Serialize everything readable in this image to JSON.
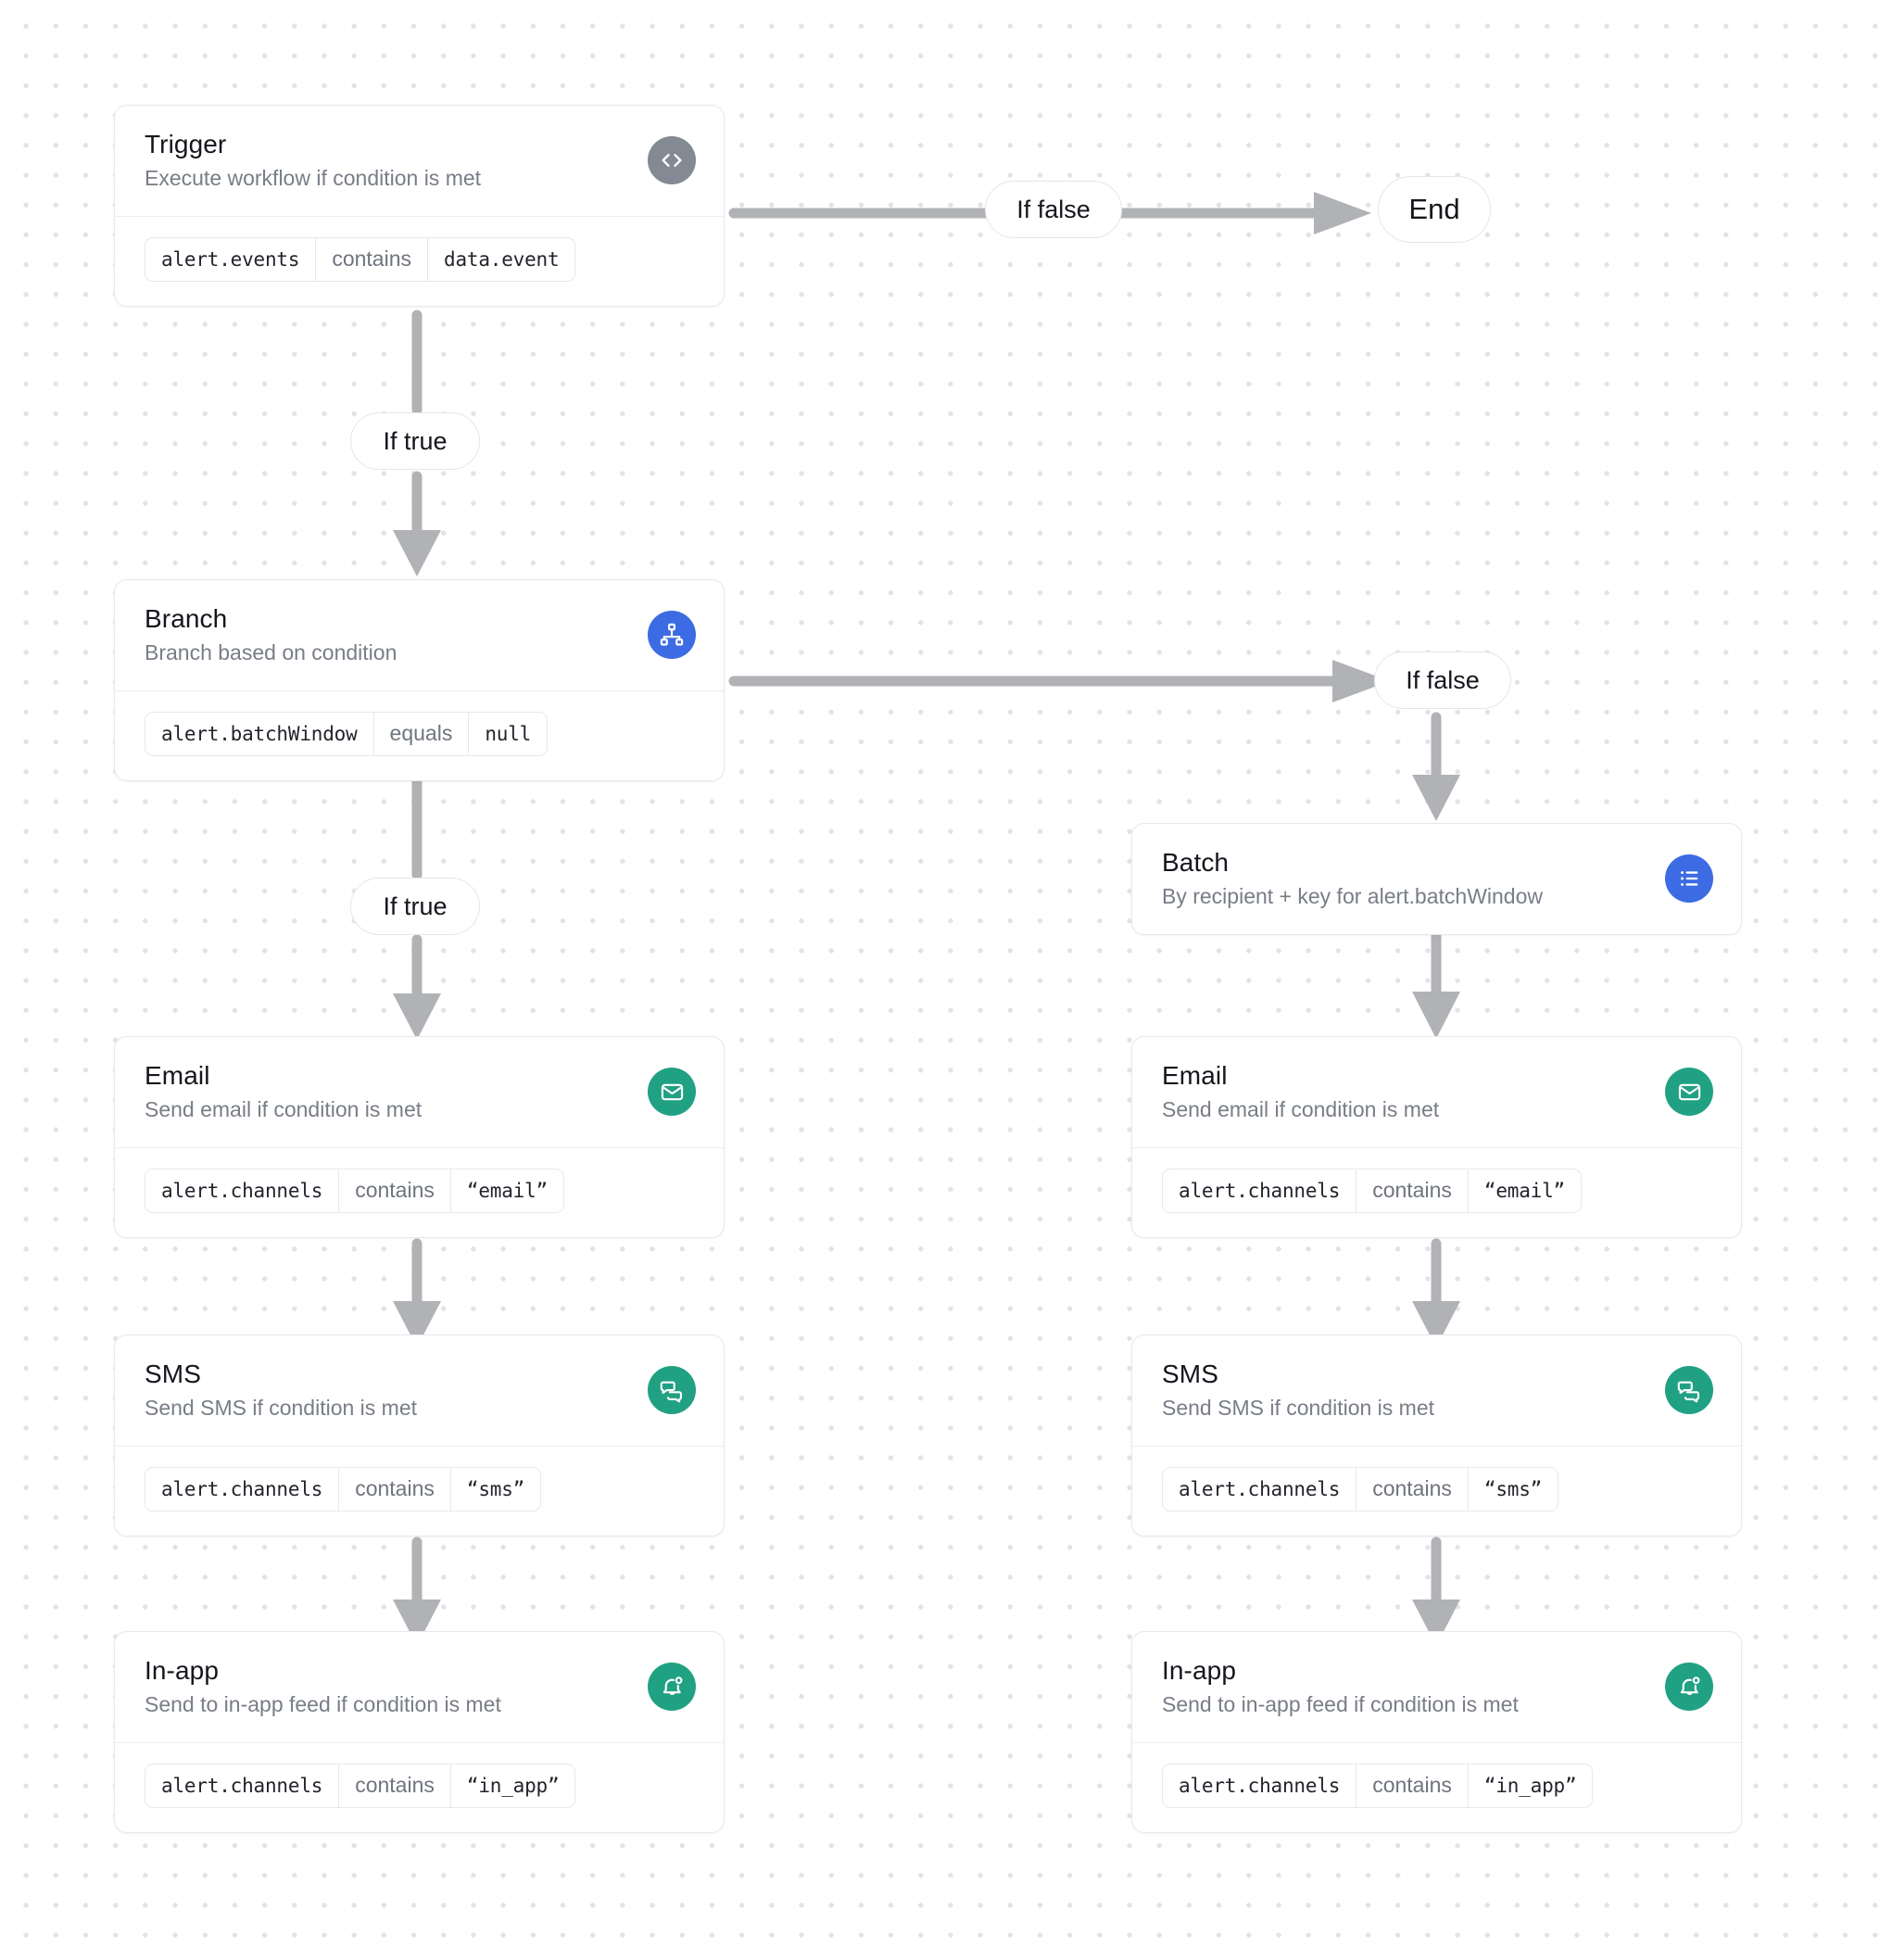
{
  "canvas": {
    "background_color": "#ffffff",
    "dot_color": "#e3e3e6"
  },
  "palette": {
    "trigger_icon_bg": "#848a93",
    "branch_icon_bg": "#3d6be3",
    "batch_icon_bg": "#3d6be3",
    "channel_icon_bg": "#21a183",
    "connector": "#b0b2b6",
    "card_border": "#e8e8ec",
    "title_text": "#15161c",
    "subtitle_text": "#787d86"
  },
  "nodes": {
    "trigger": {
      "title": "Trigger",
      "subtitle": "Execute workflow if condition is met",
      "icon": "code-icon",
      "condition": {
        "field": "alert.events",
        "operator": "contains",
        "value": "data.event"
      }
    },
    "end": {
      "label": "End"
    },
    "branch": {
      "title": "Branch",
      "subtitle": "Branch based on condition",
      "icon": "hierarchy-icon",
      "condition": {
        "field": "alert.batchWindow",
        "operator": "equals",
        "value": "null"
      }
    },
    "batch": {
      "title": "Batch",
      "subtitle": "By recipient + key for alert.batchWindow",
      "icon": "list-icon"
    },
    "email_left": {
      "title": "Email",
      "subtitle": "Send email if condition is met",
      "icon": "envelope-icon",
      "condition": {
        "field": "alert.channels",
        "operator": "contains",
        "value": "“email”"
      }
    },
    "sms_left": {
      "title": "SMS",
      "subtitle": "Send SMS if condition is met",
      "icon": "chat-bubbles-icon",
      "condition": {
        "field": "alert.channels",
        "operator": "contains",
        "value": "“sms”"
      }
    },
    "inapp_left": {
      "title": "In-app",
      "subtitle": "Send to in-app feed if condition is met",
      "icon": "bell-dot-icon",
      "condition": {
        "field": "alert.channels",
        "operator": "contains",
        "value": "“in_app”"
      }
    },
    "email_right": {
      "title": "Email",
      "subtitle": "Send email if condition is met",
      "icon": "envelope-icon",
      "condition": {
        "field": "alert.channels",
        "operator": "contains",
        "value": "“email”"
      }
    },
    "sms_right": {
      "title": "SMS",
      "subtitle": "Send SMS if condition is met",
      "icon": "chat-bubbles-icon",
      "condition": {
        "field": "alert.channels",
        "operator": "contains",
        "value": "“sms”"
      }
    },
    "inapp_right": {
      "title": "In-app",
      "subtitle": "Send to in-app feed if condition is met",
      "icon": "bell-dot-icon",
      "condition": {
        "field": "alert.channels",
        "operator": "contains",
        "value": "“in_app”"
      }
    }
  },
  "edge_labels": {
    "trigger_false": "If false",
    "trigger_true": "If true",
    "branch_false": "If false",
    "branch_true": "If true"
  }
}
